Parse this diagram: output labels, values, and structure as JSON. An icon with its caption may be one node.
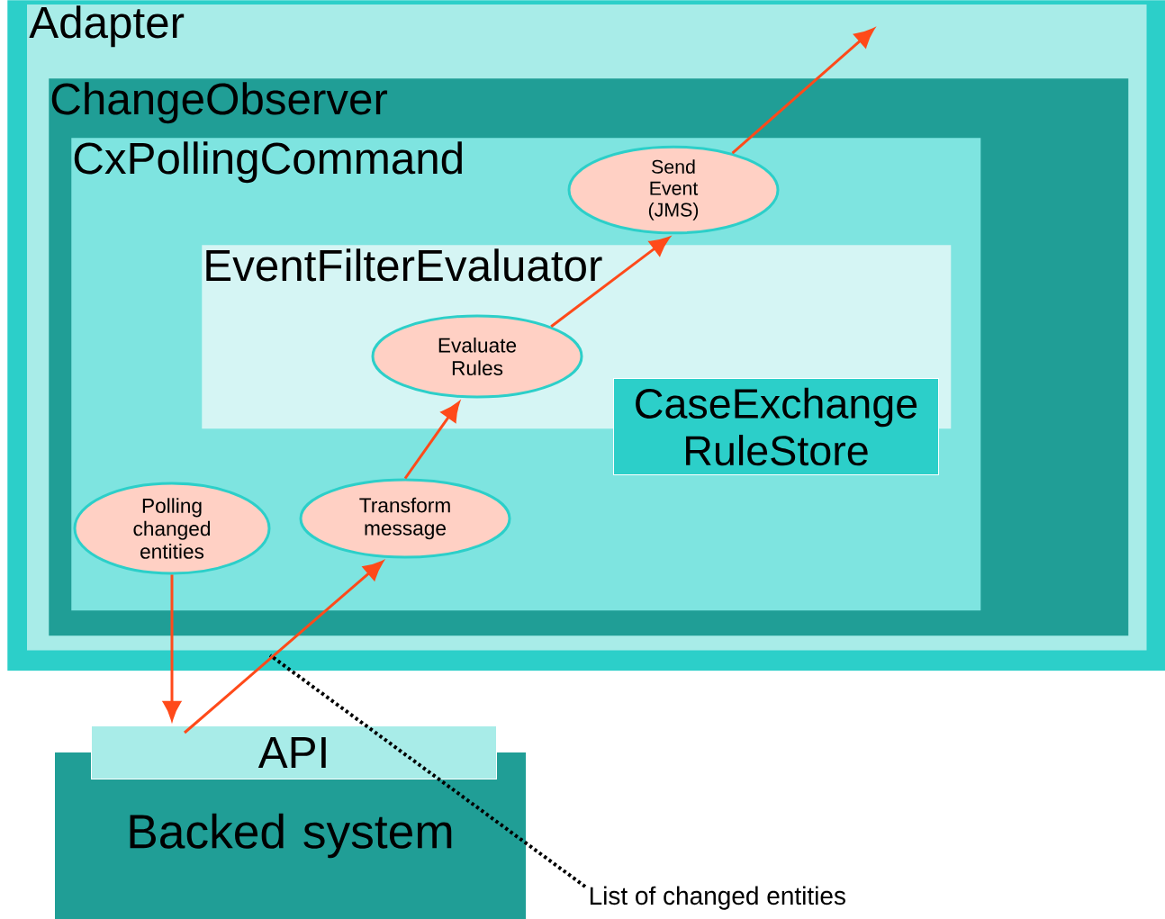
{
  "diagram": {
    "nodes": [
      {
        "text": [
          "Adapter"
        ]
      },
      {
        "text": [
          "ChangeObserver"
        ],
        "in": 0
      },
      {
        "text": [
          "CxPollingCommand"
        ],
        "in": 1
      },
      {
        "text": [
          "EventFilterEvaluator"
        ],
        "in": 2
      },
      {
        "text": [
          "CaseExchange RuleStore"
        ],
        "in": 2
      },
      {
        "text": [
          "Send Event (JMS)"
        ],
        "in": 2
      },
      {
        "text": [
          "Evaluate Rules"
        ],
        "in": 3
      },
      {
        "text": [
          "Transform message"
        ],
        "in": 2
      },
      {
        "text": [
          "Polling changed entities"
        ],
        "in": 2
      },
      {
        "text": [
          "API"
        ]
      },
      {
        "text": [
          "Backed system"
        ]
      },
      {
        "text": [
          "List of changed entities"
        ]
      }
    ],
    "edges": [
      {
        "from": 8,
        "to": 9,
        "arrow": "to"
      },
      {
        "from": 9,
        "to": 7,
        "arrow": "to"
      },
      {
        "from": 7,
        "to": 6,
        "arrow": "to"
      },
      {
        "from": 6,
        "to": 5,
        "arrow": "to"
      },
      {
        "from": 5,
        "to": null,
        "arrow": "to"
      },
      {
        "from": 11,
        "to": null,
        "arrow": "none",
        "style": "dashed",
        "color": "#000000"
      }
    ]
  }
}
